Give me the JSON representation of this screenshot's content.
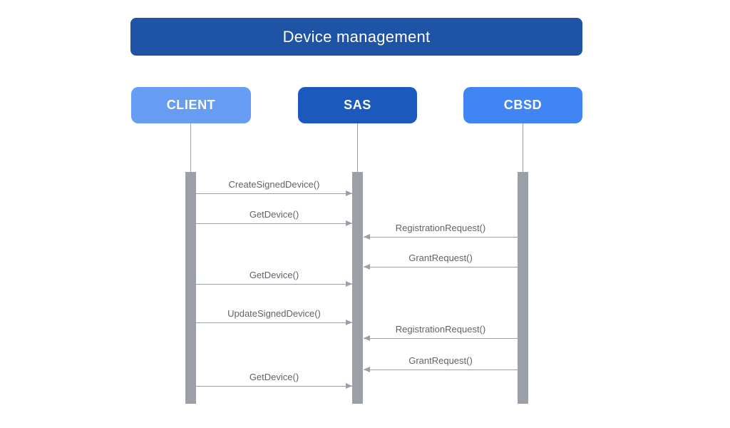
{
  "title": "Device management",
  "colors": {
    "title-bg": "#1f53a6",
    "client-bg": "#669cf2",
    "sas-bg": "#1b59bd",
    "cbsd-bg": "#4184f4",
    "activation-gray": "#9ba0a8",
    "line-gray": "#9aa0a6",
    "label-gray": "#5f6368",
    "actor-text": "#ffffff"
  },
  "actors": [
    {
      "label": "CLIENT"
    },
    {
      "label": "SAS"
    },
    {
      "label": "CBSD"
    }
  ],
  "messages": [
    {
      "label": "CreateSignedDevice()",
      "from": "CLIENT",
      "to": "SAS"
    },
    {
      "label": "GetDevice()",
      "from": "CLIENT",
      "to": "SAS"
    },
    {
      "label": "RegistrationRequest()",
      "from": "CBSD",
      "to": "SAS"
    },
    {
      "label": "GrantRequest()",
      "from": "CBSD",
      "to": "SAS"
    },
    {
      "label": "GetDevice()",
      "from": "CLIENT",
      "to": "SAS"
    },
    {
      "label": "UpdateSignedDevice()",
      "from": "CLIENT",
      "to": "SAS"
    },
    {
      "label": "RegistrationRequest()",
      "from": "CBSD",
      "to": "SAS"
    },
    {
      "label": "GrantRequest()",
      "from": "CBSD",
      "to": "SAS"
    },
    {
      "label": "GetDevice()",
      "from": "CLIENT",
      "to": "SAS"
    }
  ]
}
